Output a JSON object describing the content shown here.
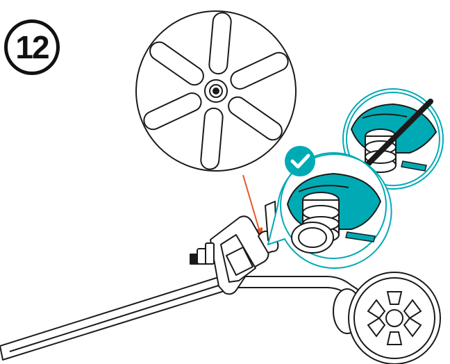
{
  "step": {
    "number": "12"
  },
  "colors": {
    "line": "#1a1a1a",
    "accent": "#00aab5",
    "arrow": "#e8562a",
    "background": "#ffffff"
  },
  "callouts": {
    "correct": {
      "icon": "checkmark-icon",
      "status": "correct"
    },
    "incorrect": {
      "icon": "prohibited-icon",
      "status": "incorrect"
    }
  }
}
